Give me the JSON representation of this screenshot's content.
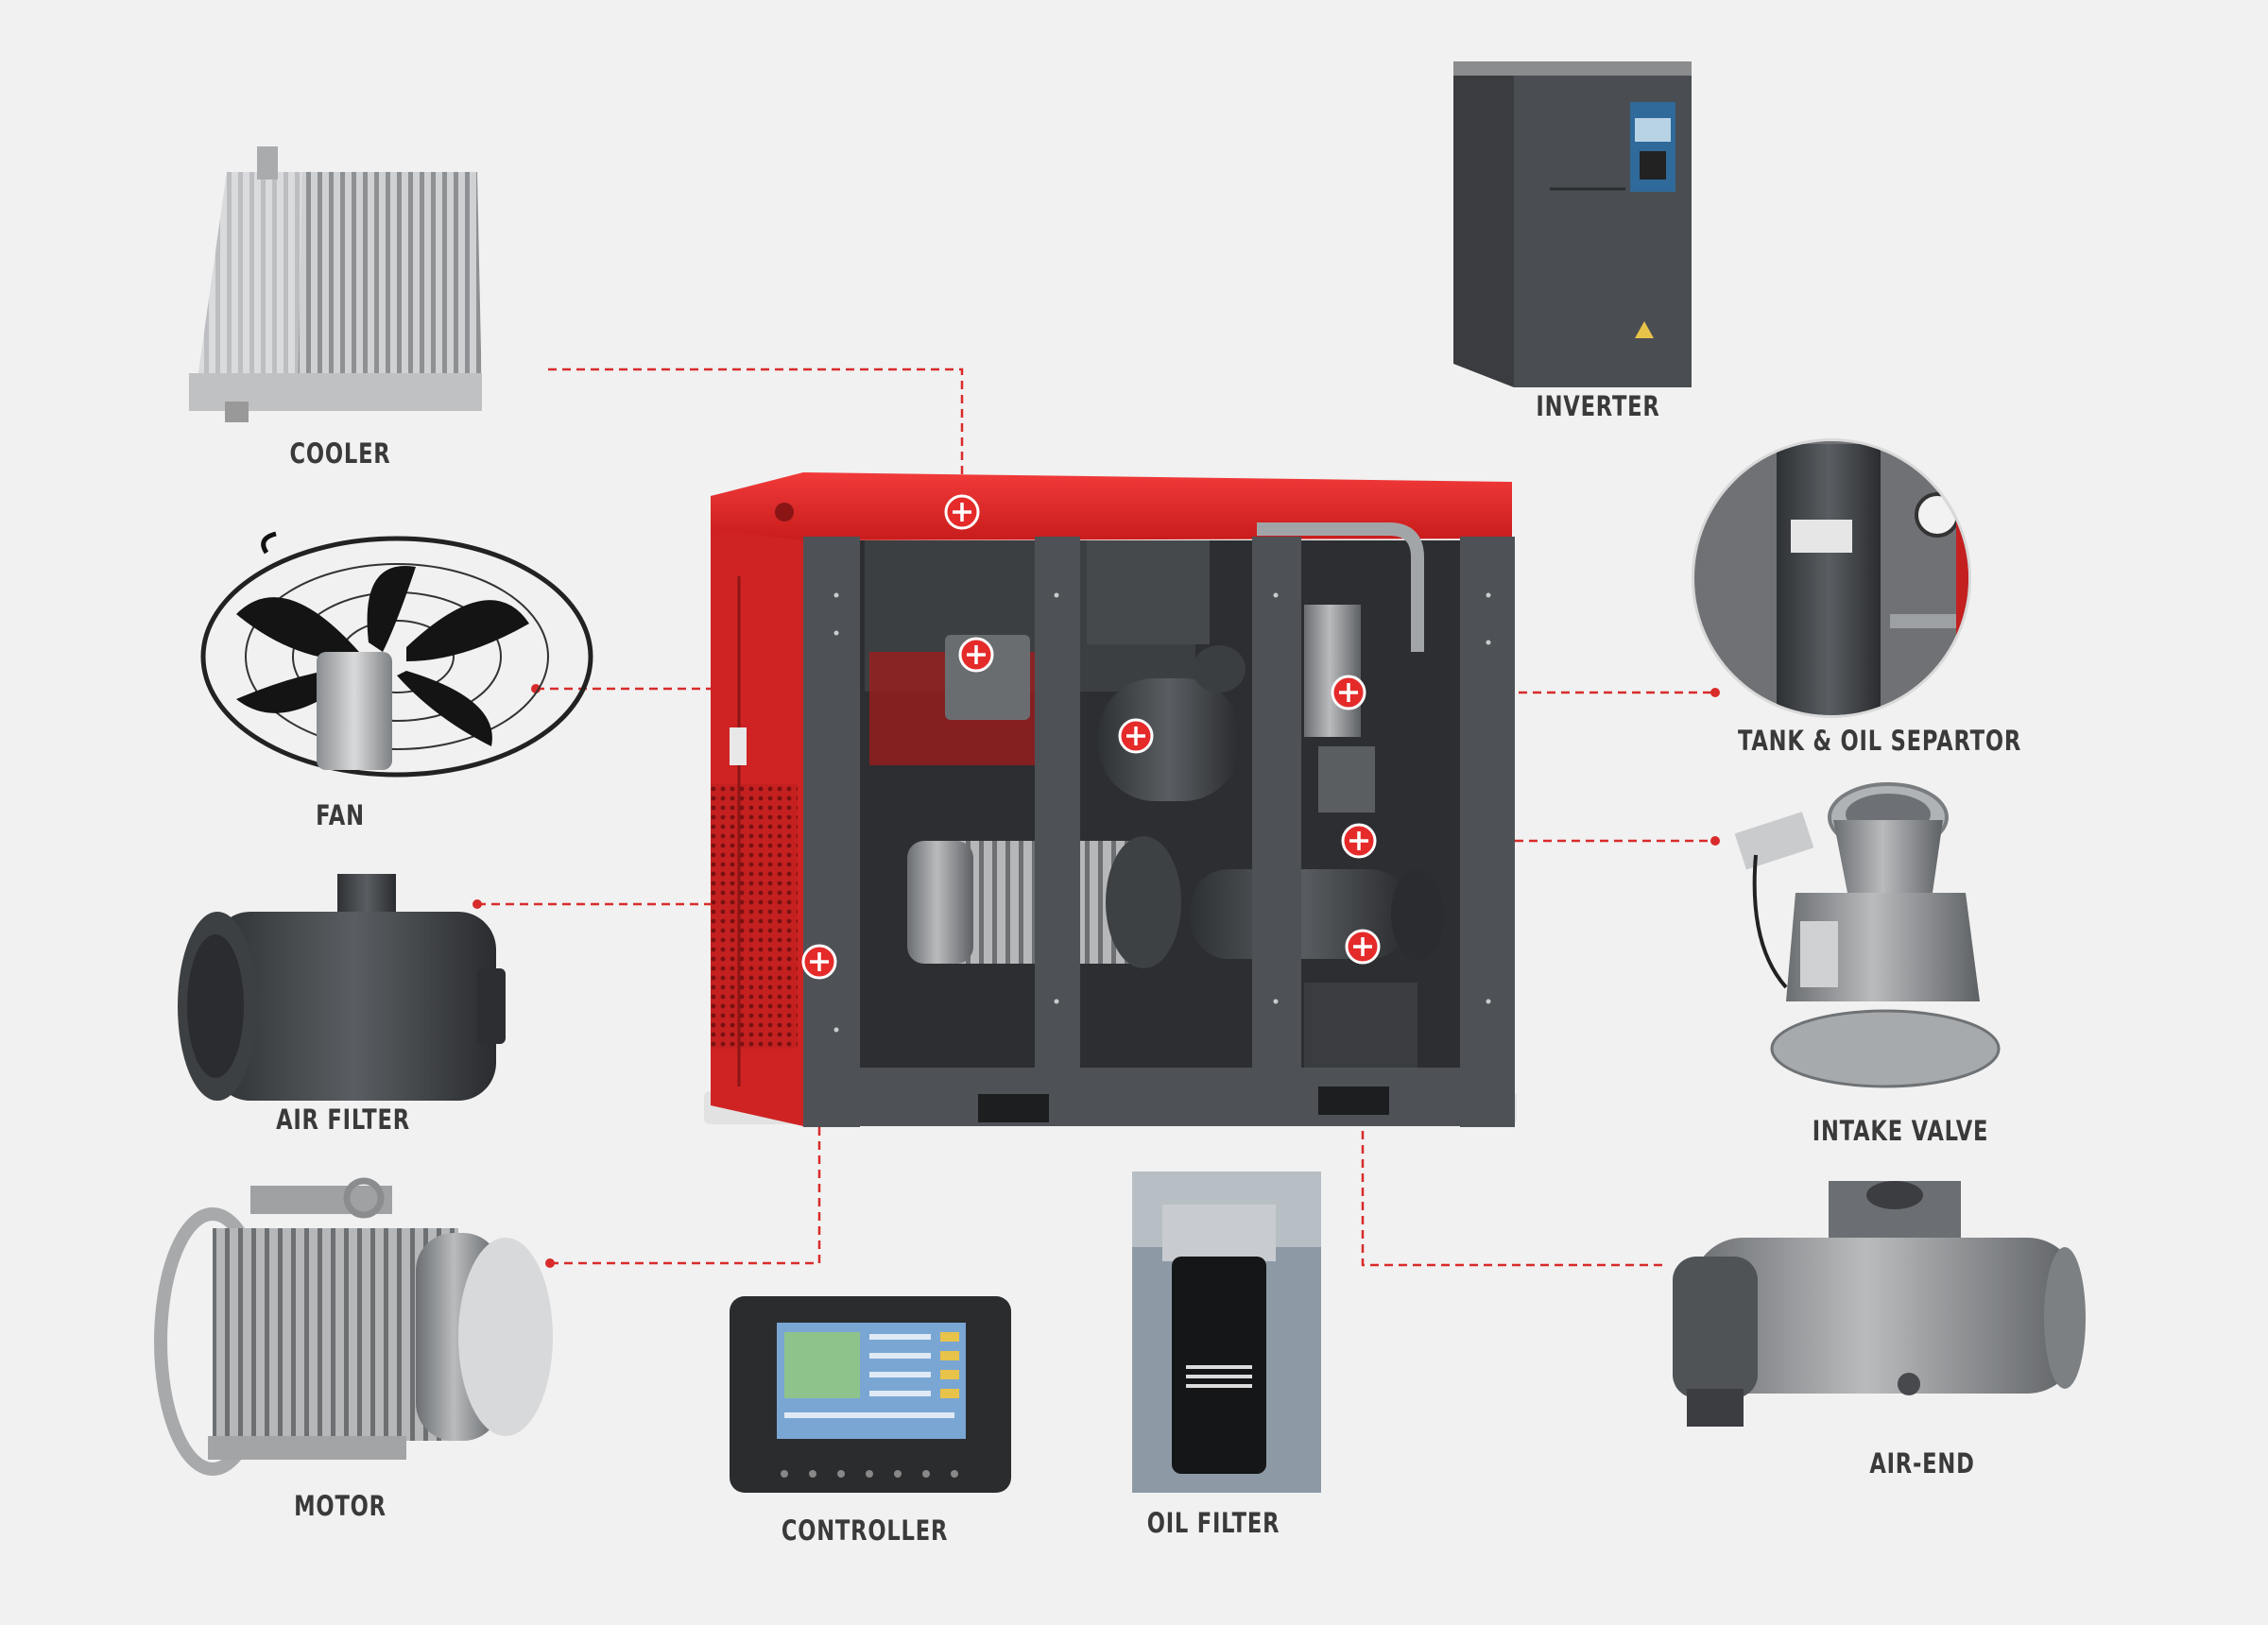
{
  "components": [
    {
      "id": "cooler",
      "label": "COOLER"
    },
    {
      "id": "fan",
      "label": "FAN"
    },
    {
      "id": "air-filter",
      "label": "AIR FILTER"
    },
    {
      "id": "motor",
      "label": "MOTOR"
    },
    {
      "id": "controller",
      "label": "CONTROLLER"
    },
    {
      "id": "oil-filter",
      "label": "OIL FILTER"
    },
    {
      "id": "inverter",
      "label": "INVERTER"
    },
    {
      "id": "tank-oil-separator",
      "label": "TANK & OIL SEPARTOR"
    },
    {
      "id": "intake-valve",
      "label": "INTAKE VALVE"
    },
    {
      "id": "air-end",
      "label": "AIR-END"
    }
  ],
  "colors": {
    "accent": "#e52a2a",
    "frame": "#4e5256",
    "background": "#f1f1f1",
    "leader": "#d92b2b",
    "label": "#3a3a3a"
  }
}
